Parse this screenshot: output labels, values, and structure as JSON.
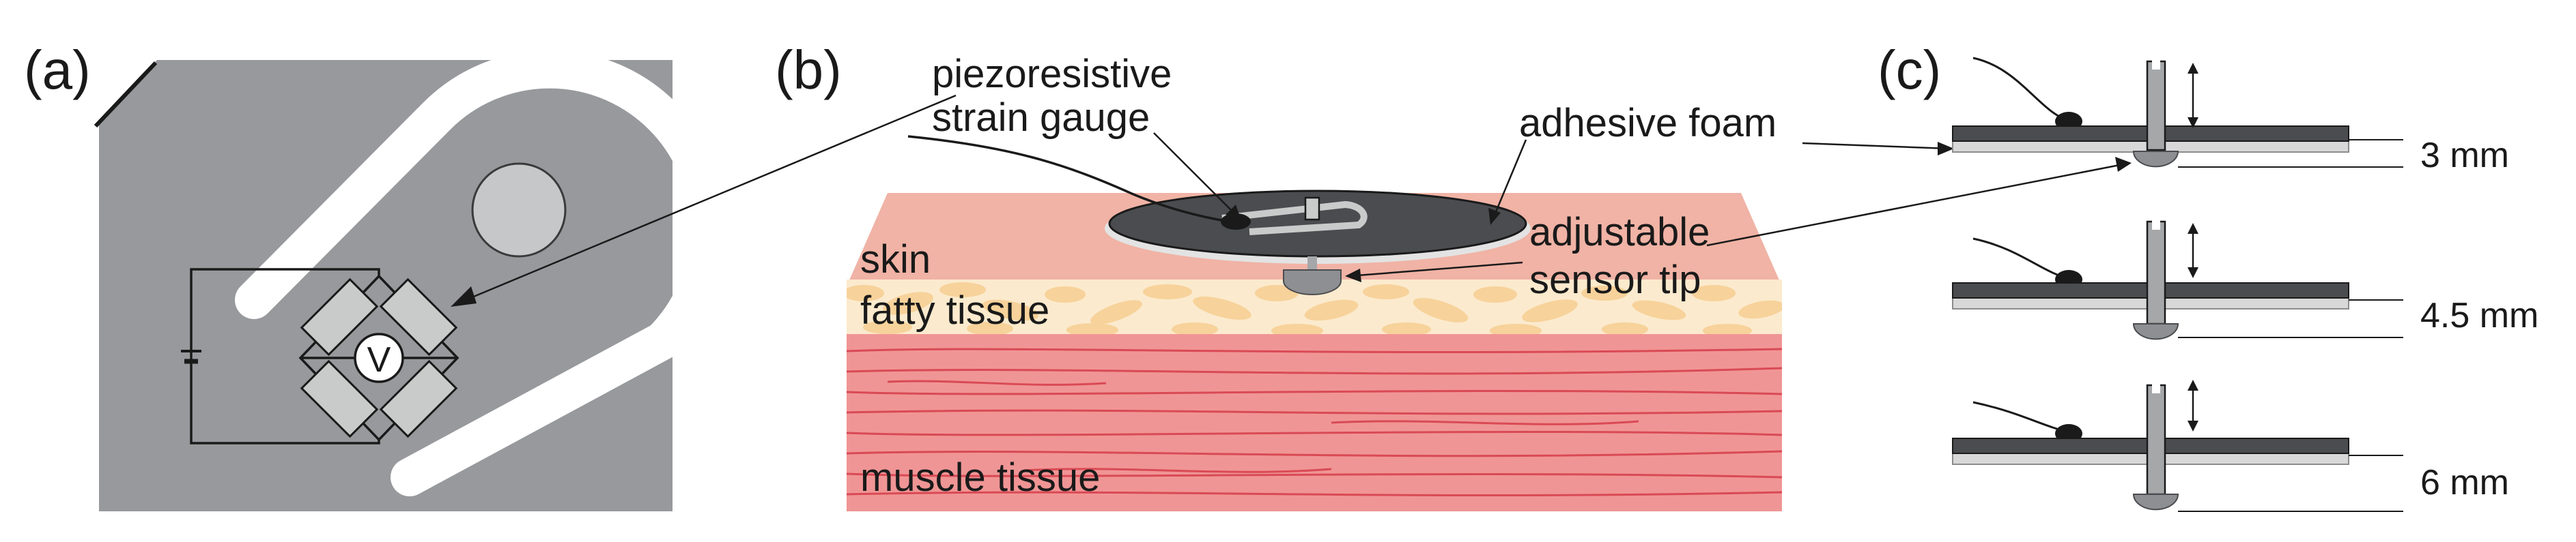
{
  "panel_a": {
    "letter": "(a)",
    "voltmeter_symbol": "V"
  },
  "panel_b": {
    "letter": "(b)",
    "labels": {
      "strain_gauge_line1": "piezoresistive",
      "strain_gauge_line2": "strain gauge",
      "adhesive_foam": "adhesive foam",
      "sensor_tip_line1": "adjustable",
      "sensor_tip_line2": "sensor tip",
      "skin": "skin",
      "fatty_tissue": "fatty tissue",
      "muscle_tissue": "muscle tissue"
    }
  },
  "panel_c": {
    "letter": "(c)",
    "configurations": [
      {
        "tip_depth": "3 mm"
      },
      {
        "tip_depth": "4.5 mm"
      },
      {
        "tip_depth": "6 mm"
      }
    ]
  },
  "colors": {
    "board_gray": "#97999c",
    "disc_dark": "#4a4c4f",
    "skin_pink": "#f0b3a5",
    "fat_yellow": "#f7d29a",
    "muscle_red": "#ee8a8a",
    "muscle_line": "#d94a55",
    "foam_light": "#d8d8d8"
  }
}
